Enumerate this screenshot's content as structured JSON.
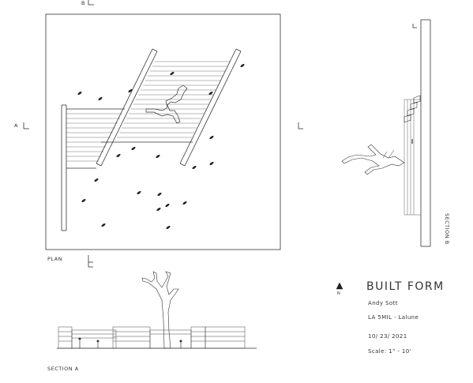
{
  "plan": {
    "label": "PLAN",
    "marker_a": "A",
    "marker_b": "B"
  },
  "section_a": {
    "label": "SECTION A"
  },
  "section_b": {
    "label": "SECTION B"
  },
  "north": {
    "label": "N"
  },
  "title_block": {
    "title": "BUILT FORM",
    "author": "Andy Sott",
    "course": "LA 5MIL - Lalune",
    "date": "10/ 23/ 2021",
    "scale": "Scale: 1\" - 10'"
  }
}
